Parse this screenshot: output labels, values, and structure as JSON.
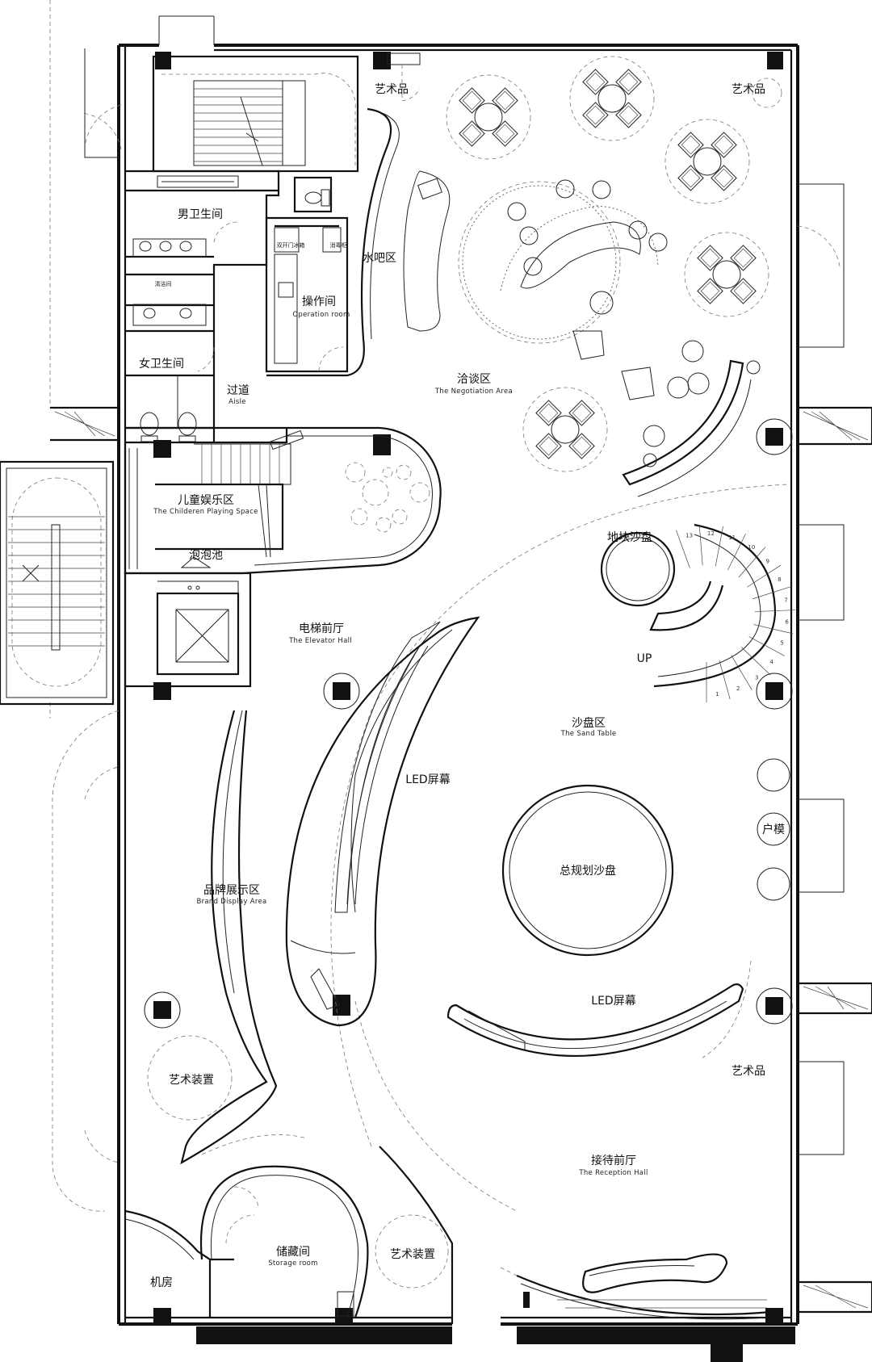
{
  "rooms": {
    "art_top_left": {
      "cn": "艺术品"
    },
    "art_top_right": {
      "cn": "艺术品"
    },
    "mens_wc": {
      "cn": "男卫生间"
    },
    "cleaning": {
      "cn": "清洁间"
    },
    "water_bar": {
      "cn": "水吧区"
    },
    "operation": {
      "cn": "操作间",
      "en": "Operation room"
    },
    "fridge_label": {
      "cn": "双开门冰箱"
    },
    "sterilizer_label": {
      "cn": "消毒柜"
    },
    "womens_wc": {
      "cn": "女卫生间"
    },
    "aisle": {
      "cn": "过道",
      "en": "Aisle"
    },
    "negotiation": {
      "cn": "洽谈区",
      "en": "The Negotiation Area"
    },
    "children": {
      "cn": "儿童娱乐区",
      "en": "The Childeren Playing Space"
    },
    "bubble_pool": {
      "cn": "泡泡池"
    },
    "land_sand": {
      "cn": "地块沙盘"
    },
    "up": {
      "cn": "UP"
    },
    "elevator_hall": {
      "cn": "电梯前厅",
      "en": "The Elevator Hall"
    },
    "sand_table": {
      "cn": "沙盘区",
      "en": "The Sand Table"
    },
    "led_screen_left": {
      "cn": "LED屏幕"
    },
    "unit_model": {
      "cn": "户模"
    },
    "master_plan": {
      "cn": "总规划沙盘"
    },
    "brand_display": {
      "cn": "品牌展示区",
      "en": "Brand Display Area"
    },
    "led_screen_right": {
      "cn": "LED屏幕"
    },
    "art_installation_left": {
      "cn": "艺术装置"
    },
    "art_right": {
      "cn": "艺术品"
    },
    "reception": {
      "cn": "接待前厅",
      "en": "The Reception Hall"
    },
    "machine_room": {
      "cn": "机房"
    },
    "storage": {
      "cn": "储藏间",
      "en": "Storage room"
    },
    "art_installation_bottom": {
      "cn": "艺术装置"
    }
  },
  "stair_steps": [
    "13",
    "12",
    "11",
    "10",
    "9",
    "8",
    "7",
    "6",
    "5",
    "4",
    "3",
    "2",
    "1"
  ]
}
